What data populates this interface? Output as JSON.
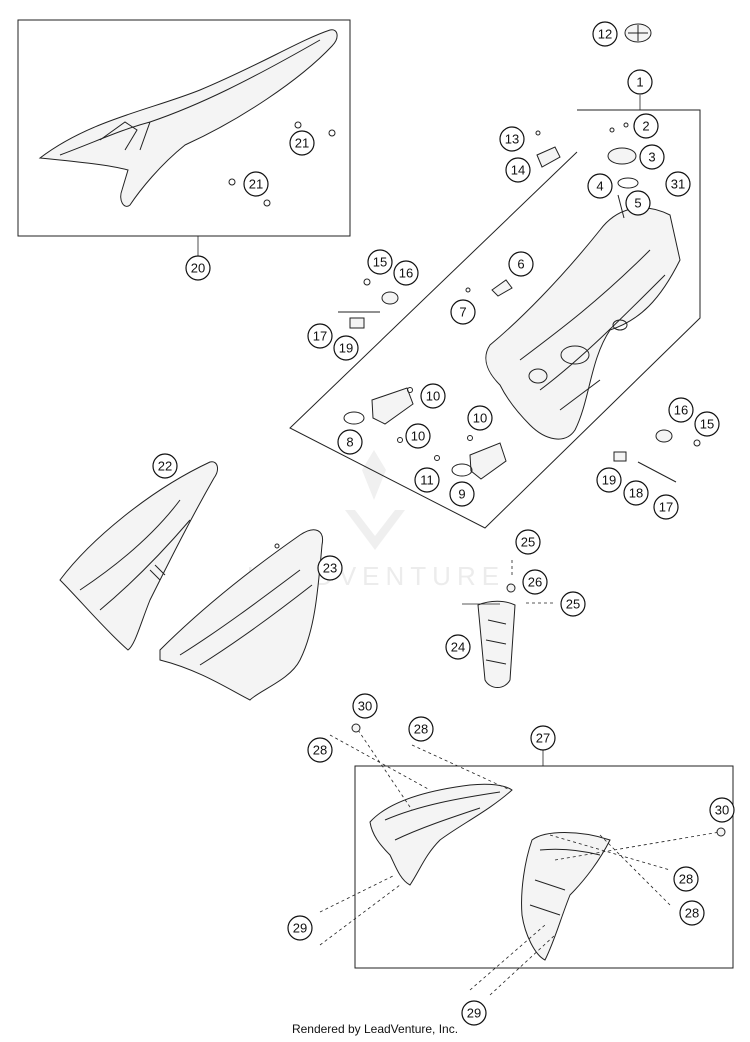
{
  "callouts": {
    "c1": "1",
    "c2": "2",
    "c3": "3",
    "c4": "4",
    "c5": "5",
    "c6": "6",
    "c7": "7",
    "c8": "8",
    "c9": "9",
    "c10a": "10",
    "c10b": "10",
    "c10c": "10",
    "c11": "11",
    "c12": "12",
    "c13": "13",
    "c14": "14",
    "c15a": "15",
    "c15b": "15",
    "c16a": "16",
    "c16b": "16",
    "c17a": "17",
    "c17b": "17",
    "c18": "18",
    "c19a": "19",
    "c19b": "19",
    "c20": "20",
    "c21a": "21",
    "c21b": "21",
    "c22": "22",
    "c23": "23",
    "c24": "24",
    "c25a": "25",
    "c25b": "25",
    "c26": "26",
    "c27": "27",
    "c28a": "28",
    "c28b": "28",
    "c28c": "28",
    "c28d": "28",
    "c29a": "29",
    "c29b": "29",
    "c30a": "30",
    "c30b": "30",
    "c31": "31"
  },
  "watermark": "LEADVENTURE",
  "footer": "Rendered by LeadVenture, Inc."
}
